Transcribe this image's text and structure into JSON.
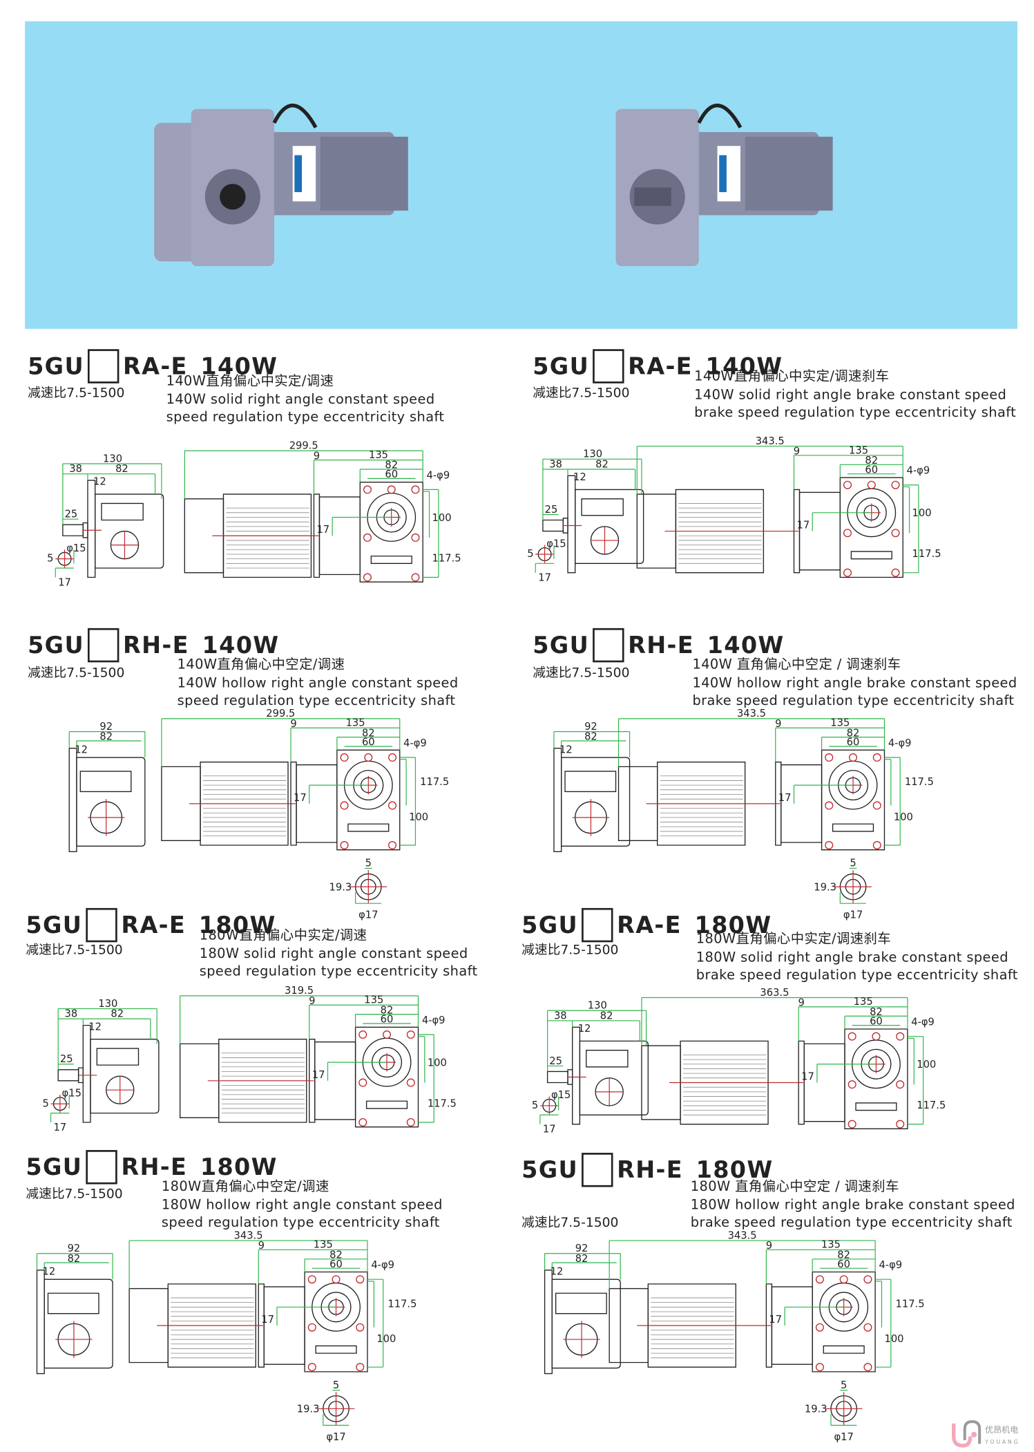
{
  "colors": {
    "banner": "#97dcf5",
    "dim": "#2fb54a",
    "center": "#c0282d",
    "logo_pink": "#f3a7b8",
    "logo_grey": "#9a9a9a"
  },
  "banner": {
    "photos": [
      "gear-motor-hollow-shaft",
      "gear-motor-solid-shaft"
    ]
  },
  "blocks": [
    {
      "type": "RA",
      "brake": false,
      "title_prefix": "5GU",
      "title_suffix": "RA-E",
      "power": "140W",
      "ratio": "减速比7.5-1500",
      "desc": [
        "140W直角偏心中实定/调速",
        "140W solid right angle constant speed",
        "speed regulation type eccentricity shaft"
      ],
      "dims": [
        "130",
        "38",
        "82",
        "12",
        "25",
        "φ15",
        "5",
        "17",
        "299.5",
        "9",
        "135",
        "82",
        "60",
        "4-φ9",
        "17",
        "100",
        "117.5"
      ]
    },
    {
      "type": "RA",
      "brake": true,
      "title_prefix": "5GU",
      "title_suffix": "RA-E",
      "power": "140W",
      "ratio": "减速比7.5-1500",
      "desc": [
        "140W直角偏心中实定/调速刹车",
        "140W solid right angle brake constant speed",
        "brake speed regulation type eccentricity shaft"
      ],
      "dims": [
        "130",
        "38",
        "82",
        "12",
        "25",
        "φ15",
        "5",
        "17",
        "343.5",
        "9",
        "135",
        "82",
        "60",
        "4-φ9",
        "17",
        "100",
        "117.5"
      ]
    },
    {
      "type": "RH",
      "brake": false,
      "title_prefix": "5GU",
      "title_suffix": "RH-E",
      "power": "140W",
      "ratio": "减速比7.5-1500",
      "desc": [
        "140W直角偏心中空定/调速",
        "140W hollow right angle constant speed",
        "speed regulation type eccentricity shaft"
      ],
      "dims": [
        "92",
        "82",
        "12",
        "299.5",
        "9",
        "135",
        "82",
        "60",
        "4-φ9",
        "17",
        "117.5",
        "100",
        "5",
        "19.3",
        "φ17"
      ]
    },
    {
      "type": "RH",
      "brake": true,
      "title_prefix": "5GU",
      "title_suffix": "RH-E",
      "power": "140W",
      "ratio": "减速比7.5-1500",
      "desc": [
        "140W 直角偏心中空定 / 调速刹车",
        "140W hollow right angle brake constant speed",
        "brake speed regulation type eccentricity shaft"
      ],
      "dims": [
        "92",
        "82",
        "12",
        "343.5",
        "9",
        "135",
        "82",
        "60",
        "4-φ9",
        "17",
        "117.5",
        "100",
        "5",
        "19.3",
        "φ17"
      ]
    },
    {
      "type": "RA",
      "brake": false,
      "title_prefix": "5GU",
      "title_suffix": "RA-E",
      "power": "180W",
      "ratio": "减速比7.5-1500",
      "desc": [
        "180W直角偏心中实定/调速",
        "180W solid right angle constant speed",
        "speed regulation type eccentricity shaft"
      ],
      "dims": [
        "130",
        "38",
        "82",
        "12",
        "25",
        "φ15",
        "5",
        "17",
        "319.5",
        "9",
        "135",
        "82",
        "60",
        "4-φ9",
        "17",
        "100",
        "117.5"
      ]
    },
    {
      "type": "RA",
      "brake": true,
      "title_prefix": "5GU",
      "title_suffix": "RA-E",
      "power": "180W",
      "ratio": "减速比7.5-1500",
      "desc": [
        "180W直角偏心中实定/调速刹车",
        "180W solid right angle brake constant speed",
        "brake speed regulation type eccentricity shaft"
      ],
      "dims": [
        "130",
        "38",
        "82",
        "12",
        "25",
        "φ15",
        "5",
        "17",
        "363.5",
        "9",
        "135",
        "82",
        "60",
        "4-φ9",
        "17",
        "100",
        "117.5"
      ]
    },
    {
      "type": "RH",
      "brake": false,
      "title_prefix": "5GU",
      "title_suffix": "RH-E",
      "power": "180W",
      "ratio": "减速比7.5-1500",
      "desc": [
        "180W直角偏心中空定/调速",
        "180W hollow right angle constant speed",
        "speed regulation type eccentricity shaft"
      ],
      "dims": [
        "92",
        "82",
        "12",
        "343.5",
        "9",
        "135",
        "82",
        "60",
        "4-φ9",
        "17",
        "117.5",
        "100",
        "5",
        "19.3",
        "φ17"
      ]
    },
    {
      "type": "RH",
      "brake": true,
      "title_prefix": "5GU",
      "title_suffix": "RH-E",
      "power": "180W",
      "ratio": "减速比7.5-1500",
      "desc": [
        "180W 直角偏心中空定 / 调速刹车",
        "180W hollow right angle brake constant speed",
        "brake speed regulation type eccentricity shaft"
      ],
      "dims": [
        "92",
        "82",
        "12",
        "343.5",
        "9",
        "135",
        "82",
        "60",
        "4-φ9",
        "17",
        "117.5",
        "100",
        "5",
        "19.3",
        "φ17"
      ]
    }
  ],
  "logo": {
    "name": "优昂机电",
    "latin": "YOUANG"
  }
}
